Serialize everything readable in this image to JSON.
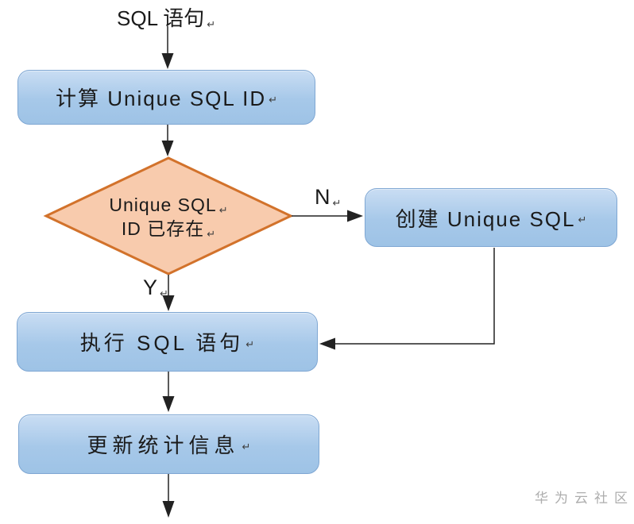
{
  "flowchart": {
    "title_note": "",
    "start_label": "SQL 语句",
    "steps": {
      "calc_id": "计算 Unique SQL ID",
      "create_sql": "创建 Unique SQL",
      "exec_sql": "执行 SQL 语句",
      "update_stats": "更新统计信息"
    },
    "decision": {
      "line1": "Unique SQL",
      "line2": "ID 已存在"
    },
    "branches": {
      "no": "N",
      "yes": "Y"
    }
  },
  "marks": {
    "return": "↵"
  },
  "watermark": {
    "text": "华为云社区"
  },
  "colors": {
    "box_fill_top": "#c9ddf3",
    "box_fill_mid": "#a6c8e9",
    "box_fill_bottom": "#9ec3e6",
    "box_border": "#7fa7d3",
    "diamond_fill": "#f8cbad",
    "diamond_border": "#d2722b",
    "text": "#1a1a1a",
    "arrow": "#222222",
    "watermark": "#adadad"
  }
}
